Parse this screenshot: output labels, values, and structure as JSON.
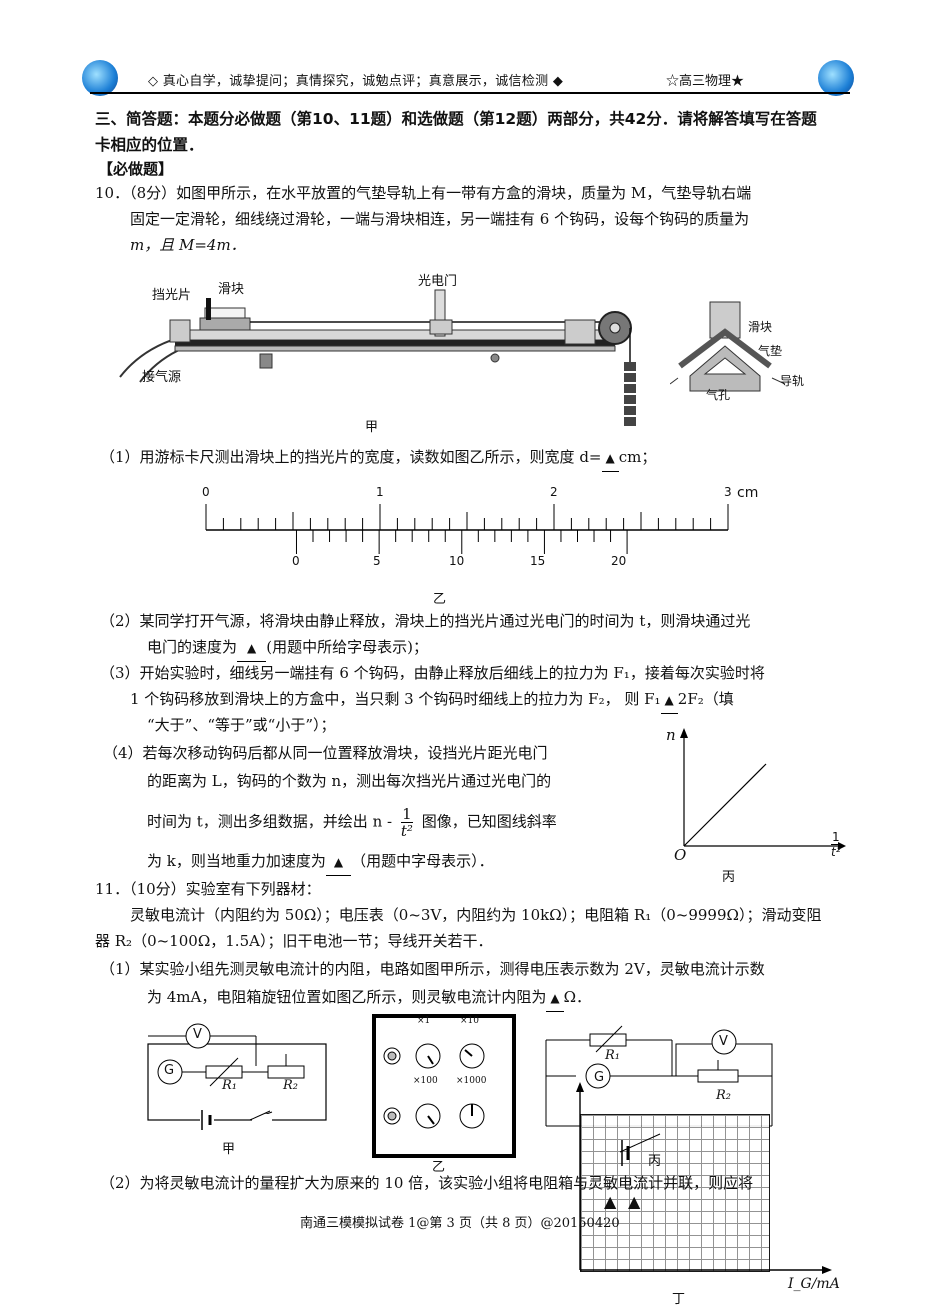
{
  "header": {
    "motto": "◇ 真心自学，诚挚提问；真情探究，诚勉点评；真意展示，诚信检测 ◆",
    "course": "☆高三物理★"
  },
  "section": {
    "title_line1": "三、简答题：本题分必做题（第10、11题）和选做题（第12题）两部分，共42分．请将解答填写在答题",
    "title_line2": "卡相应的位置．",
    "required": "【必做题】"
  },
  "q10": {
    "line1": "10．（8分）如图甲所示，在水平放置的气垫导轨上有一带有方盒的滑块，质量为 M，气垫导轨右端",
    "line2": "固定一定滑轮，细线绕过滑轮，一端与滑块相连，另一端挂有 6 个钩码，设每个钩码的质量为",
    "line3": "m，且 M=4m．",
    "fig_labels": {
      "shade": "挡光片",
      "slider": "滑块",
      "gate": "光电门",
      "air": "接气源",
      "caption": "甲",
      "cs_slider": "滑块",
      "cs_cushion": "气垫",
      "cs_rail": "导轨",
      "cs_hole": "气孔"
    },
    "p1_a": "（1）用游标卡尺测出滑块上的挡光片的宽度，读数如图乙所示，则宽度 d=",
    "p1_b": "cm；",
    "blank": "▲",
    "caliper": {
      "main_labels": [
        "0",
        "1",
        "2",
        "3"
      ],
      "unit": "cm",
      "vernier_labels": [
        "0",
        "5",
        "10",
        "15",
        "20"
      ],
      "caption": "乙"
    },
    "p2_l1": "（2）某同学打开气源，将滑块由静止释放，滑块上的挡光片通过光电门的时间为 t，则滑块通过光",
    "p2_l2a": "电门的速度为",
    "p2_l2b": "(用题中所给字母表示)；",
    "p3_l1": "（3）开始实验时，细线另一端挂有 6 个钩码，由静止释放后细线上的拉力为 F₁，接着每次实验时将",
    "p3_l2a": "1 个钩码移放到滑块上的方盒中，当只剩 3 个钩码时细线上的拉力为 F₂， 则 F₁",
    "p3_l2b": "2F₂（填",
    "p3_l3": "“大于”、“等于”或“小于”）；",
    "p4_l1": "（4）若每次移动钩码后都从同一位置释放滑块，设挡光片距光电门",
    "p4_l2": "的距离为 L，钩码的个数为 n，测出每次挡光片通过光电门的",
    "p4_l3a": "时间为 t，测出多组数据，并绘出 n -",
    "p4_l3b": "图像，已知图线斜率",
    "p4_l4a": "为 k，则当地重力加速度为",
    "p4_l4b": "（用题中字母表示）．",
    "graph": {
      "ylabel": "n",
      "origin": "O",
      "caption": "丙",
      "x_num": "1",
      "x_den": "t²"
    }
  },
  "q11": {
    "line1": "11．（10分）实验室有下列器材：",
    "line2": "灵敏电流计（内阻约为 50Ω）；电压表（0~3V，内阻约为 10kΩ）；电阻箱 R₁（0~9999Ω）；滑动变阻",
    "line3": "器 R₂（0~100Ω，1.5A）；旧干电池一节；导线开关若干．",
    "p1_l1": "（1）某实验小组先测灵敏电流计的内阻，电路如图甲所示，测得电压表示数为 2V，灵敏电流计示数",
    "p1_l2a": "为 4mA，电阻箱旋钮位置如图乙所示，则灵敏电流计内阻为",
    "p1_l2b": "Ω．",
    "circ": {
      "V": "V",
      "G": "G",
      "R1": "R₁",
      "R2": "R₂",
      "cap_a": "甲",
      "cap_b": "乙",
      "cap_c": "丙",
      "cap_d": "丁"
    },
    "dial_labels": [
      "×1",
      "×10",
      "×100",
      "×1000"
    ],
    "p2_l1a": "（2）为将灵敏电流计的量程扩大为原来的 10 倍，该实验小组将电阻箱与灵敏电流计并联，则应将",
    "graph_xlabel": "I_G/mA"
  },
  "footer": "南通三模模拟试卷 1@第 3 页（共 8 页）@20150420"
}
